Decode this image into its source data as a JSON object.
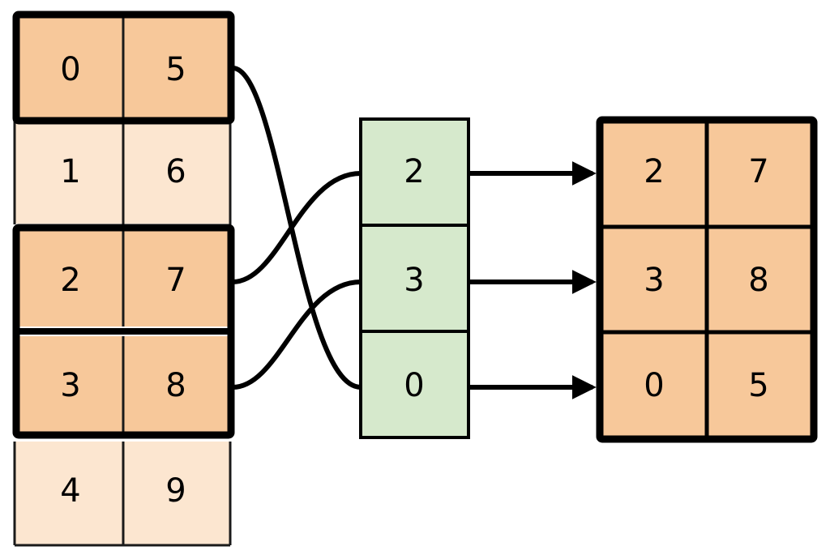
{
  "diagram": {
    "type": "table-index-lookup-diagram",
    "background_color": "#ffffff",
    "palette": {
      "highlight_fill": "#f7c89a",
      "normal_fill": "#fce6d0",
      "index_fill": "#d6e9cc",
      "stroke": "#000000",
      "thin_stroke": "#1a1a1a"
    },
    "source_table": {
      "name": "source-table",
      "columns": 2,
      "rows": [
        {
          "key": "0",
          "value": "5",
          "highlighted": true
        },
        {
          "key": "1",
          "value": "6",
          "highlighted": false
        },
        {
          "key": "2",
          "value": "7",
          "highlighted": true
        },
        {
          "key": "3",
          "value": "8",
          "highlighted": true
        },
        {
          "key": "4",
          "value": "9",
          "highlighted": false
        }
      ]
    },
    "index_column": {
      "name": "index-column",
      "cells": [
        {
          "value": "2"
        },
        {
          "value": "3"
        },
        {
          "value": "0"
        }
      ]
    },
    "result_table": {
      "name": "result-table",
      "columns": 2,
      "rows": [
        {
          "key": "2",
          "value": "7"
        },
        {
          "key": "3",
          "value": "8"
        },
        {
          "key": "0",
          "value": "5"
        }
      ]
    },
    "connections": {
      "curves": [
        {
          "from_row": 0,
          "to_cell": 2,
          "label": "row-0-to-index-2"
        },
        {
          "from_row": 2,
          "to_cell": 0,
          "label": "row-2-to-index-0"
        },
        {
          "from_row": 3,
          "to_cell": 1,
          "label": "row-3-to-index-1"
        }
      ],
      "arrows": [
        {
          "from_cell": 0,
          "to_row": 0,
          "label": "index-0-to-result-0"
        },
        {
          "from_cell": 1,
          "to_row": 1,
          "label": "index-1-to-result-1"
        },
        {
          "from_cell": 2,
          "to_row": 2,
          "label": "index-2-to-result-2"
        }
      ]
    }
  }
}
